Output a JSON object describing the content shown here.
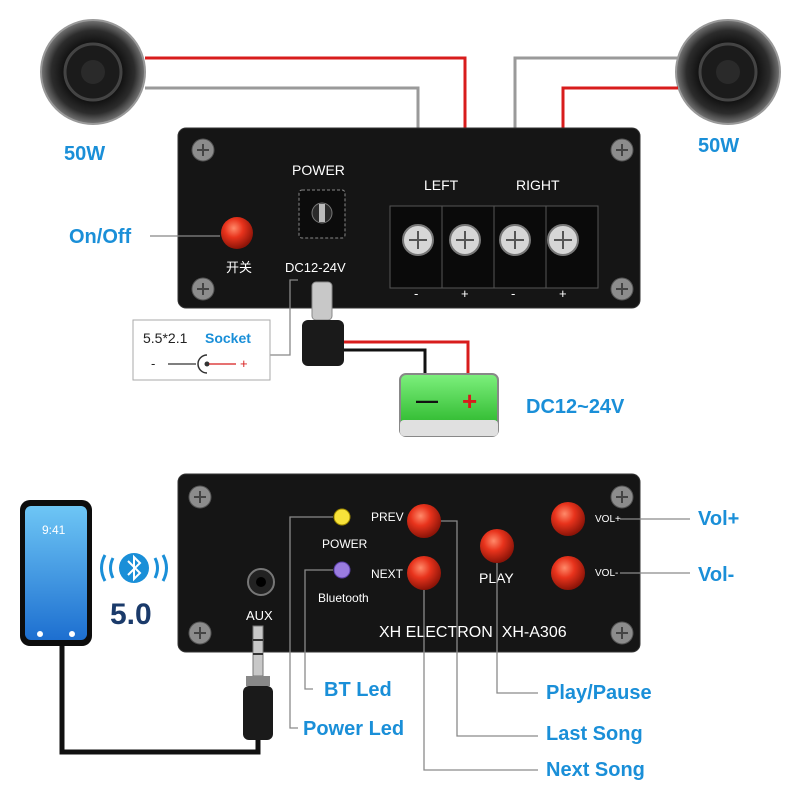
{
  "speakers": {
    "left_power": "50W",
    "right_power": "50W"
  },
  "top_panel": {
    "power_label": "POWER",
    "power_input_label": "DC12-24V",
    "switch_cn_label": "开关",
    "left_label": "LEFT",
    "right_label": "RIGHT",
    "terminal_signs": [
      "-",
      "+",
      "-",
      "+"
    ]
  },
  "callouts": {
    "on_off": "On/Off",
    "socket_size": "5.5*2.1",
    "socket_word": "Socket",
    "socket_minus": "-",
    "socket_plus": "+",
    "battery_minus": "—",
    "battery_plus": "+",
    "dc_input": "DC12~24V"
  },
  "phone": {
    "time": "9:41"
  },
  "bluetooth": {
    "version": "5.0"
  },
  "bottom_panel": {
    "aux_label": "AUX",
    "power_led_label": "POWER",
    "bluetooth_led_label": "Bluetooth",
    "prev_label": "PREV",
    "next_label": "NEXT",
    "play_label": "PLAY",
    "vol_plus_label": "VOL+",
    "vol_minus_label": "VOL-",
    "brand_model": "XH ELECTRON  XH-A306"
  },
  "annotations": {
    "vol_plus": "Vol+",
    "vol_minus": "Vol-",
    "bt_led": "BT Led",
    "power_led": "Power Led",
    "play_pause": "Play/Pause",
    "last_song": "Last Song",
    "next_song": "Next Song"
  },
  "colors": {
    "accent_blue": "#1a8fd8",
    "panel": "#151515",
    "button_red": "#e8331c",
    "wire_red": "#d81c1c",
    "wire_gray": "#9a9a9a",
    "battery_green": "#3ccf3c"
  }
}
